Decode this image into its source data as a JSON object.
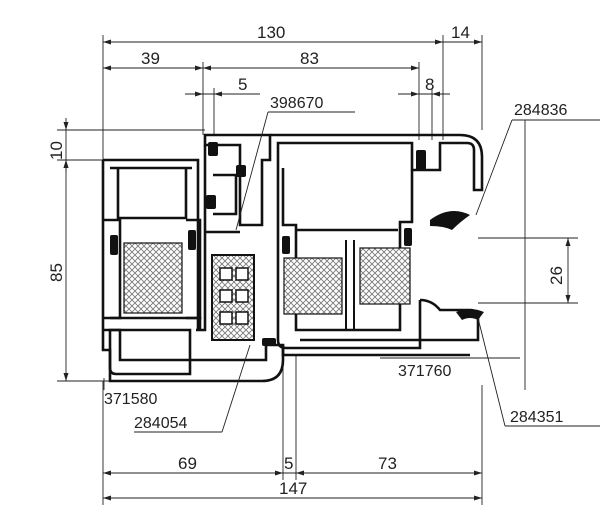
{
  "dimensions": {
    "top_overall": "130",
    "top_right": "14",
    "top_left": "39",
    "top_mid": "83",
    "small_5_top": "5",
    "small_8": "8",
    "left_10": "10",
    "left_85": "85",
    "right_26": "26",
    "bottom_69": "69",
    "bottom_5": "5",
    "bottom_73": "73",
    "bottom_total": "147"
  },
  "part_labels": {
    "p398670": "398670",
    "p284836": "284836",
    "p371580": "371580",
    "p284054": "284054",
    "p371760": "371760",
    "p284351": "284351"
  },
  "colors": {
    "line": "#222222",
    "profile": "#111111",
    "insulation_hatch": "#8a8a8a",
    "background": "#ffffff"
  }
}
